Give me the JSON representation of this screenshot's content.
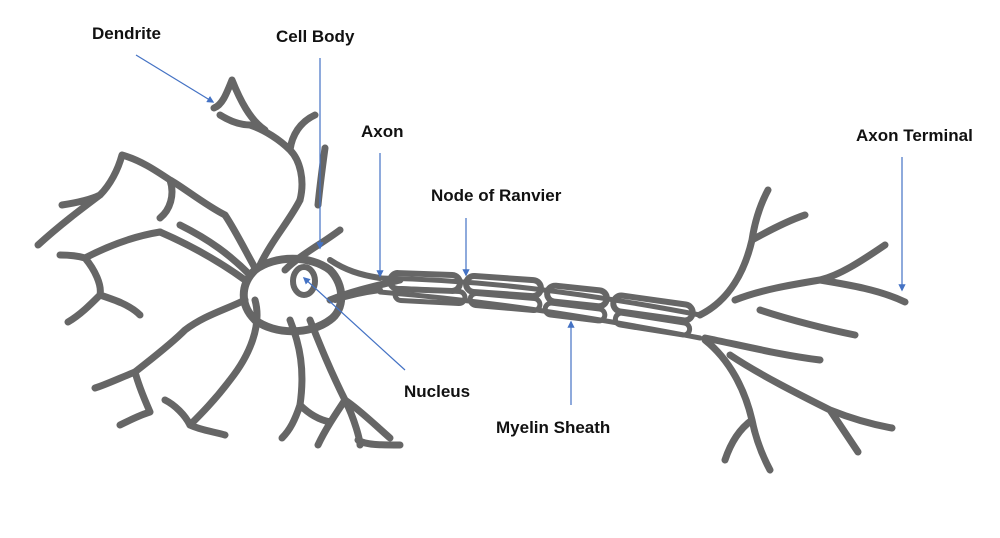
{
  "diagram": {
    "labels": {
      "dendrite": "Dendrite",
      "cell_body": "Cell Body",
      "axon": "Axon",
      "node_of_ranvier": "Node of Ranvier",
      "axon_terminal": "Axon Terminal",
      "nucleus": "Nucleus",
      "myelin_sheath": "Myelin Sheath"
    },
    "colors": {
      "neuron_outline": "#666666",
      "arrow": "#4472C4",
      "label_text": "#111111",
      "background": "#ffffff"
    }
  }
}
